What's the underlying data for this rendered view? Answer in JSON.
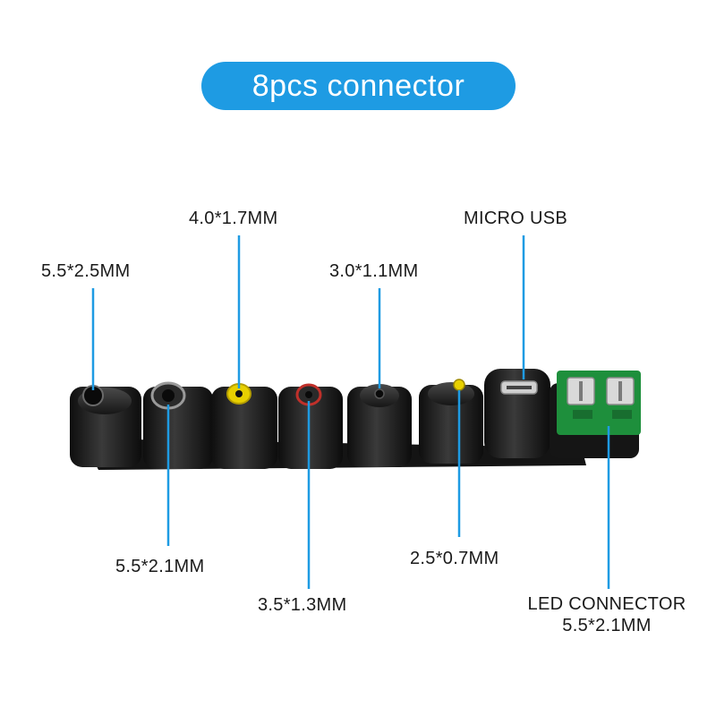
{
  "title": "8pcs connector",
  "colors": {
    "accent": "#1e9be3",
    "leader_line": "#1e9be3",
    "connector_body": "#222222",
    "terminal_block": "#1e8f3c",
    "yellow_tip": "#e8d000",
    "red_ring": "#c0302a"
  },
  "labels": {
    "c1": "5.5*2.5MM",
    "c2": "5.5*2.1MM",
    "c3": "4.0*1.7MM",
    "c4": "3.5*1.3MM",
    "c5": "3.0*1.1MM",
    "c6": "2.5*0.7MM",
    "c7": "MICRO USB",
    "c8_line1": "LED CONNECTOR",
    "c8_line2": "5.5*2.1MM"
  }
}
